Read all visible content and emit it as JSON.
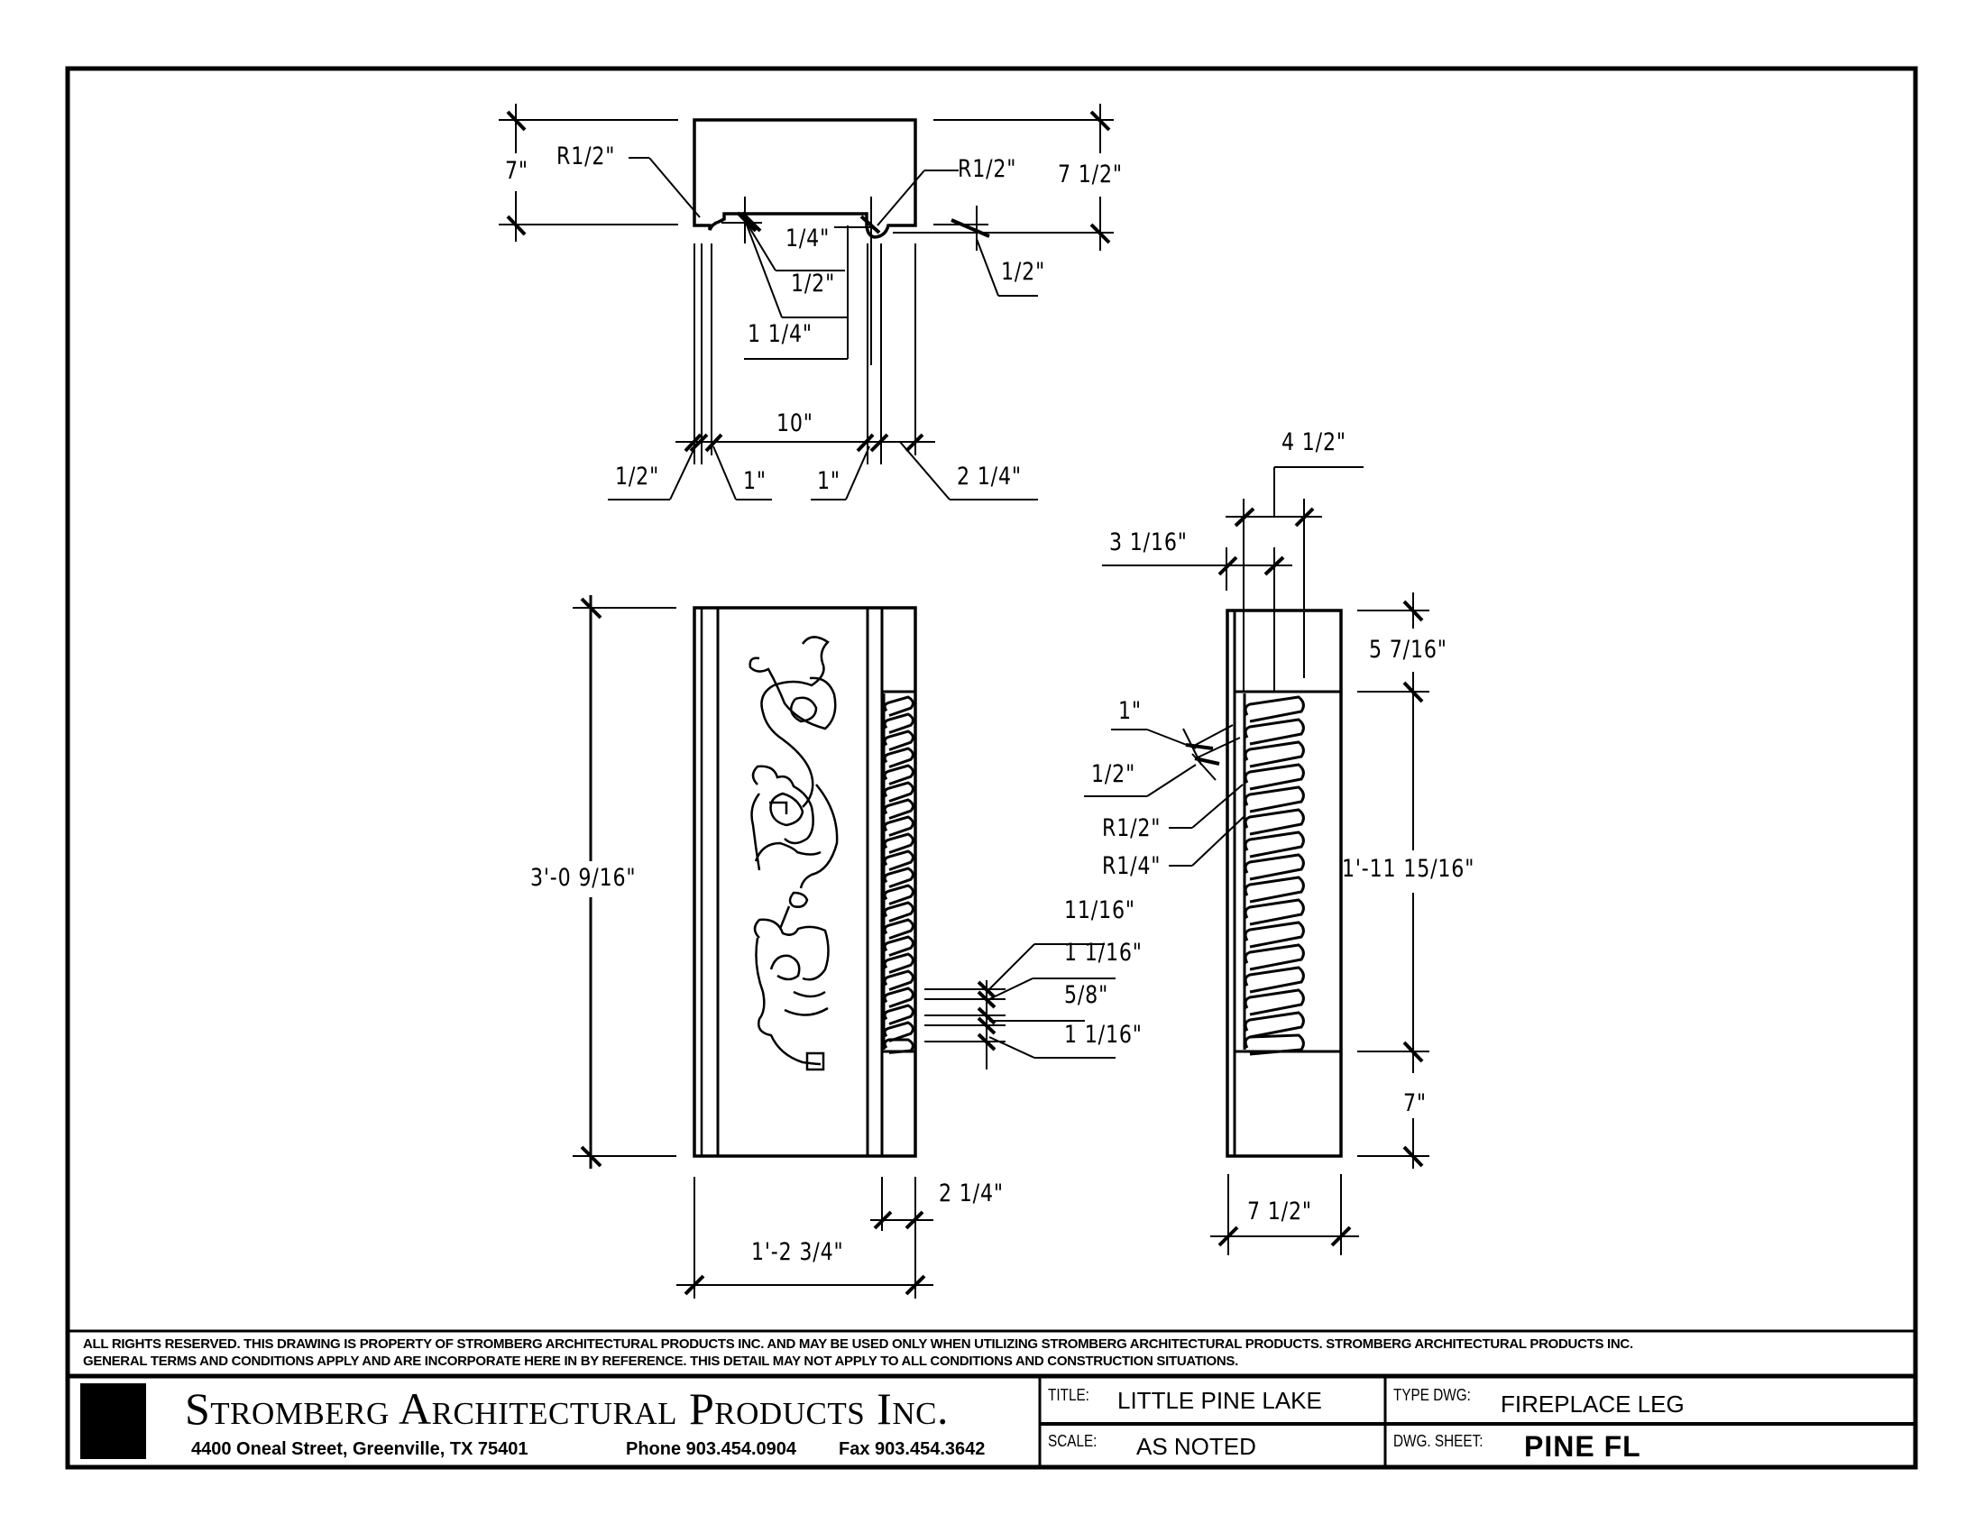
{
  "plan_view": {
    "dims": {
      "overall_depth_left": "7\"",
      "overall_depth_right": "7 1/2\"",
      "radius_left": "R1/2\"",
      "radius_right": "R1/2\"",
      "step_quarter": "1/4\"",
      "step_half": "1/2\"",
      "step_one_quarter": "1 1/4\"",
      "right_offset": "1/2\"",
      "face_width": "10\"",
      "bottom_half": "1/2\"",
      "bottom_one_left": "1\"",
      "bottom_one_right": "1\"",
      "bottom_two_quarter": "2 1/4\""
    }
  },
  "front_view": {
    "dims": {
      "height": "3'-0 9/16\"",
      "width": "1'-2 3/4\"",
      "rope_inset": "2 1/4\"",
      "rope_a": "11/16\"",
      "rope_b": "1 1/16\"",
      "rope_c": "5/8\"",
      "rope_d": "1 1/16\""
    }
  },
  "side_view": {
    "dims": {
      "top_width": "4 1/2\"",
      "top_offset": "3 1/16\"",
      "top_block": "5 7/16\"",
      "rope_height": "1'-11 15/16\"",
      "bottom_block": "7\"",
      "width": "7 1/2\"",
      "groove_one": "1\"",
      "groove_half": "1/2\"",
      "radius_half": "R1/2\"",
      "radius_quarter": "R1/4\""
    }
  },
  "title_block": {
    "disclaimer_line1": "ALL RIGHTS RESERVED. THIS DRAWING IS PROPERTY OF STROMBERG ARCHITECTURAL PRODUCTS INC. AND MAY BE USED ONLY WHEN UTILIZING STROMBERG ARCHITECTURAL PRODUCTS.  STROMBERG ARCHITECTURAL PRODUCTS INC.",
    "disclaimer_line2": "GENERAL TERMS AND CONDITIONS APPLY AND ARE INCORPORATE HERE IN BY REFERENCE.  THIS DETAIL MAY NOT APPLY TO ALL CONDITIONS AND CONSTRUCTION SITUATIONS.",
    "company_name": "Stromberg Architectural Products Inc.",
    "address": "4400 Oneal Street, Greenville, TX  75401",
    "phone": "Phone 903.454.0904",
    "fax": "Fax 903.454.3642",
    "title_label": "TITLE:",
    "title_value": "LITTLE PINE LAKE",
    "scale_label": "SCALE:",
    "scale_value": "AS NOTED",
    "type_label": "TYPE DWG:",
    "type_value": "FIREPLACE LEG",
    "sheet_label": "DWG. SHEET:",
    "sheet_value": "PINE FL"
  }
}
